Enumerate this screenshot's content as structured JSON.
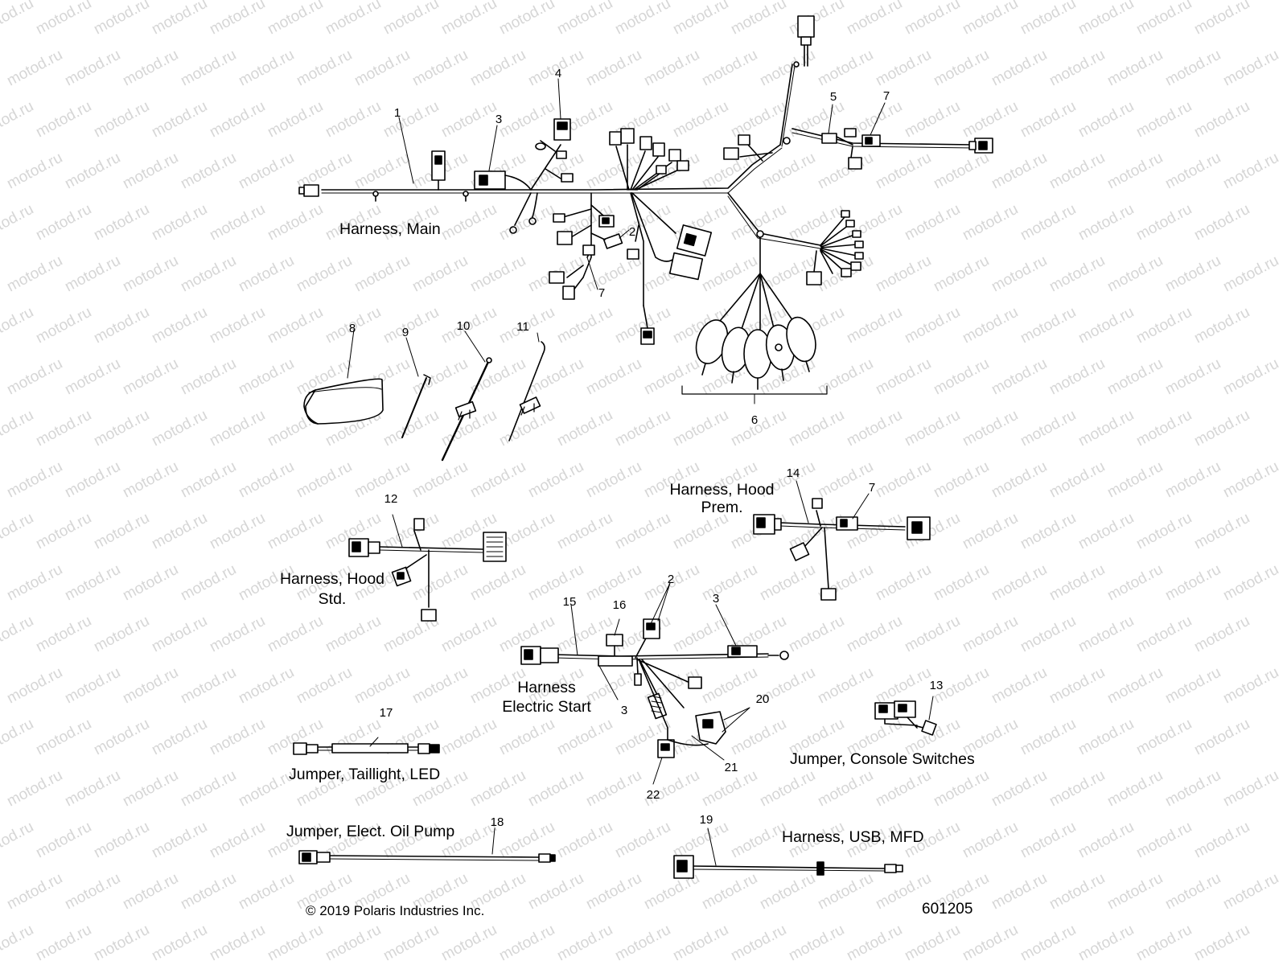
{
  "watermark": "motod.ru",
  "labels": {
    "harness_main": "Harness, Main",
    "harness_hood_prem": "Harness, Hood\nPrem.",
    "harness_hood_std": "Harness, Hood\nStd.",
    "harness_electric_start": "Harness\nElectric Start",
    "jumper_taillight": "Jumper, Taillight, LED",
    "jumper_console": "Jumper, Console Switches",
    "jumper_oil_pump": "Jumper, Elect. Oil Pump",
    "harness_usb": "Harness, USB, MFD"
  },
  "callouts": {
    "c1": "1",
    "c2": "2",
    "c3": "3",
    "c4": "4",
    "c5": "5",
    "c6": "6",
    "c7": "7",
    "c8": "8",
    "c9": "9",
    "c10": "10",
    "c11": "11",
    "c12": "12",
    "c13": "13",
    "c14": "14",
    "c15": "15",
    "c16": "16",
    "c17": "17",
    "c18": "18",
    "c19": "19",
    "c20": "20",
    "c21": "21",
    "c22": "22",
    "c7b": "7",
    "c2b": "2",
    "c3b": "3",
    "c3c": "3",
    "c7c": "7"
  },
  "footer": {
    "copyright": "© 2019 Polaris Industries Inc.",
    "drawing_number": "601205"
  }
}
